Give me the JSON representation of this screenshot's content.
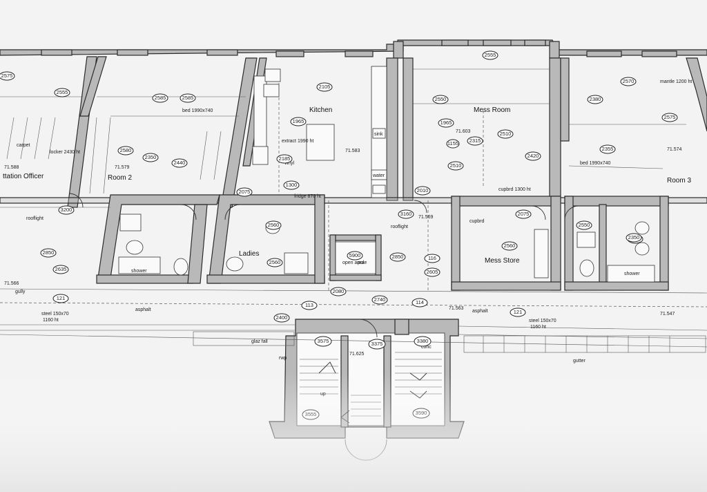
{
  "rooms": {
    "station_officer": "ttation Officer",
    "room2": "Room 2",
    "kitchen": "Kitchen",
    "mess_room": "Mess Room",
    "room3": "Room 3",
    "ladies": "Ladies",
    "mess_store": "Mess Store"
  },
  "labels": {
    "gully_l": "gully",
    "asphalt_l": "asphalt",
    "steel_l": "steel 150x70",
    "steel_l_ht": "1160 ht",
    "asphalt_r": "asphalt",
    "steel_r": "steel 150x70",
    "steel_r_ht": "1160 ht",
    "gutter": "gutter",
    "glaz_fall": "glaz fall",
    "rooflight_a": "rooflight",
    "rooflight_b": "rooflight",
    "shower_l": "shower",
    "shower_r": "shower",
    "open_area": "open area",
    "pole": "pole",
    "cupbrd": "cupbrd",
    "cupbrd_1300": "cupbrd 1300 ht",
    "extract": "extract 1990 ht",
    "bed_1990": "bed 1990x740",
    "bed_1990_b": "bed 1990x740",
    "vinyl": "vinyl",
    "carpet": "carpet",
    "sink": "sink",
    "water": "water",
    "fridge": "fridge 870 ht",
    "lockers": "locker 2430 ht",
    "mantle": "mantle 1200 ht",
    "conc": "conc",
    "up": "up",
    "rwp": "rwp",
    "level_563": "71.563",
    "level_547": "71.547",
    "level_625": "71.625",
    "level_588": "71.588",
    "level_579": "71.579",
    "level_583": "71.583",
    "level_603": "71.603",
    "level_574": "71.574",
    "level_566": "71.566",
    "level_569": "71.569"
  },
  "tags": [
    {
      "id": "2575",
      "v": "2575"
    },
    {
      "id": "2555",
      "v": "2555"
    },
    {
      "id": "2580",
      "v": "2580"
    },
    {
      "id": "2585",
      "v": "2585"
    },
    {
      "id": "2350",
      "v": "2350"
    },
    {
      "id": "2440",
      "v": "2440"
    },
    {
      "id": "2400",
      "v": "2400"
    },
    {
      "id": "3200",
      "v": "3200"
    },
    {
      "id": "2850",
      "v": "2850"
    },
    {
      "id": "2635",
      "v": "2635"
    },
    {
      "id": "121",
      "v": "121"
    },
    {
      "id": "2105",
      "v": "2105"
    },
    {
      "id": "1965",
      "v": "1965"
    },
    {
      "id": "2185",
      "v": "2185"
    },
    {
      "id": "2075",
      "v": "2075"
    },
    {
      "id": "1300",
      "v": "1300"
    },
    {
      "id": "2560",
      "v": "2560"
    },
    {
      "id": "2560b",
      "v": "2560"
    },
    {
      "id": "5900",
      "v": "5900"
    },
    {
      "id": "2080",
      "v": "2080"
    },
    {
      "id": "2740",
      "v": "2740"
    },
    {
      "id": "113",
      "v": "113"
    },
    {
      "id": "2010",
      "v": "2010"
    },
    {
      "id": "3160",
      "v": "3160"
    },
    {
      "id": "2850b",
      "v": "2850"
    },
    {
      "id": "116",
      "v": "116"
    },
    {
      "id": "2605",
      "v": "2605"
    },
    {
      "id": "114",
      "v": "114"
    },
    {
      "id": "2550",
      "v": "2550"
    },
    {
      "id": "1965b",
      "v": "1965"
    },
    {
      "id": "1155",
      "v": "1155"
    },
    {
      "id": "2315",
      "v": "2315"
    },
    {
      "id": "2510",
      "v": "2510"
    },
    {
      "id": "2510b",
      "v": "2510"
    },
    {
      "id": "2420",
      "v": "2420"
    },
    {
      "id": "2560c",
      "v": "2560"
    },
    {
      "id": "2075b",
      "v": "2075"
    },
    {
      "id": "2550b",
      "v": "2550"
    },
    {
      "id": "2350b",
      "v": "2350"
    },
    {
      "id": "2355",
      "v": "2355"
    },
    {
      "id": "2380",
      "v": "2380"
    },
    {
      "id": "2570",
      "v": "2570"
    },
    {
      "id": "2575b",
      "v": "2575"
    },
    {
      "id": "121b",
      "v": "121"
    },
    {
      "id": "3575",
      "v": "3575"
    },
    {
      "id": "3375",
      "v": "3375"
    },
    {
      "id": "3380",
      "v": "3380"
    },
    {
      "id": "3555",
      "v": "3555"
    },
    {
      "id": "3590",
      "v": "3590"
    },
    {
      "id": "2350c",
      "v": "2350"
    },
    {
      "id": "2585b",
      "v": "2585"
    },
    {
      "id": "2555b",
      "v": "2555"
    }
  ]
}
